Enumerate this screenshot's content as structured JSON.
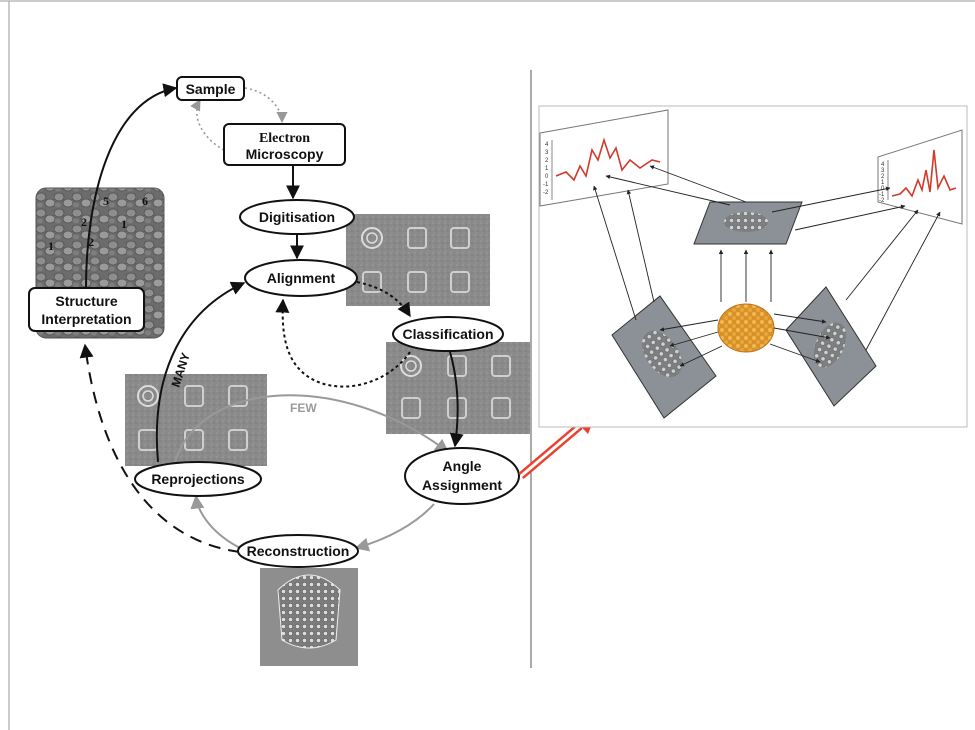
{
  "nodes": {
    "sample": "Sample",
    "electron_microscopy_line1": "Electron",
    "electron_microscopy_line2": "Microscopy",
    "digitisation": "Digitisation",
    "alignment": "Alignment",
    "classification": "Classification",
    "angle_assignment_line1": "Angle",
    "angle_assignment_line2": "Assignment",
    "reconstruction": "Reconstruction",
    "reprojections": "Reprojections",
    "structure_interpretation_line1": "Structure",
    "structure_interpretation_line2": "Interpretation"
  },
  "edge_labels": {
    "many": "MANY",
    "few": "FEW"
  },
  "structure_numbers": [
    "5",
    "6",
    "2",
    "1",
    "1",
    "2"
  ],
  "plot_ticks_left": [
    "4",
    "3",
    "2",
    "1",
    "0",
    "-1",
    "-2"
  ],
  "plot_ticks_right": [
    "4",
    "3",
    "2",
    "1",
    "0",
    "-1",
    "-2"
  ],
  "colors": {
    "accent_arrow": "#e8432f",
    "plot_line": "#d23a2a",
    "particle": "#e3a43a",
    "panel_gray": "#8b9196"
  }
}
